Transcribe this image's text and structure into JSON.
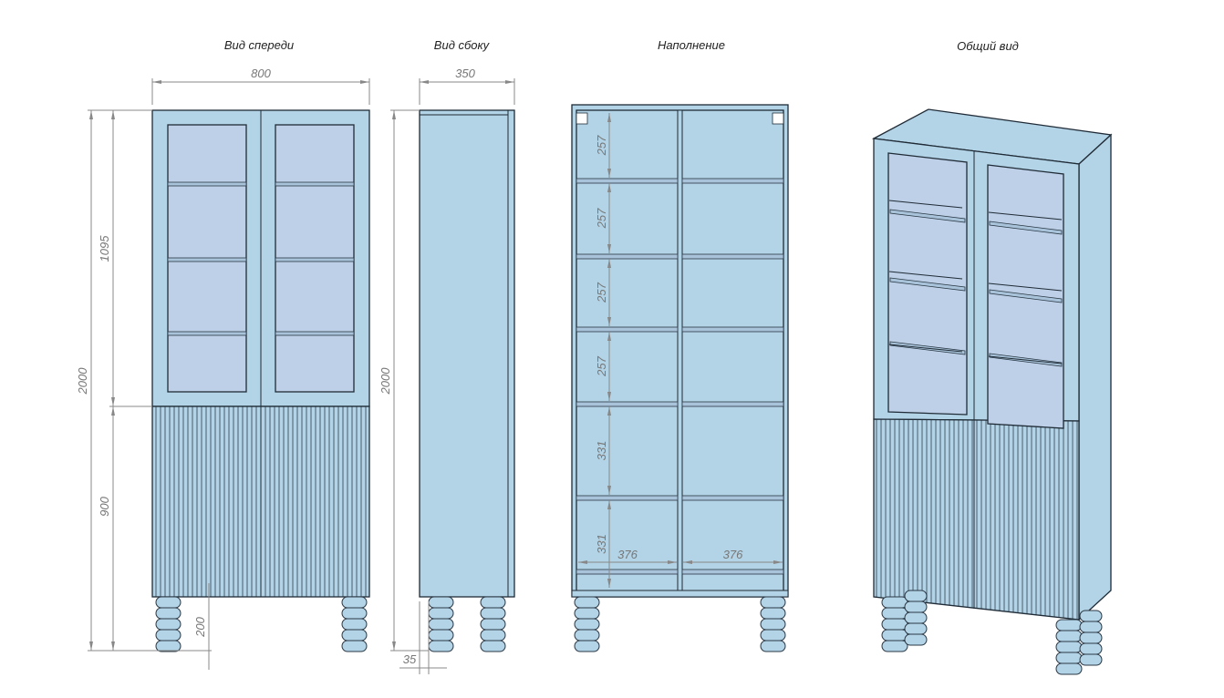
{
  "views": {
    "front": {
      "title": "Вид спереди",
      "width": "800",
      "height_total": "2000",
      "height_upper": "1095",
      "height_lower": "900",
      "leg_height": "200"
    },
    "side": {
      "title": "Вид сбоку",
      "depth": "350",
      "height_total": "2000",
      "leg_offset": "35"
    },
    "filling": {
      "title": "Наполнение",
      "shelf_gaps": [
        "257",
        "257",
        "257",
        "257",
        "331",
        "331"
      ],
      "section_widths": [
        "376",
        "376"
      ]
    },
    "general": {
      "title": "Общий вид"
    }
  },
  "colors": {
    "body": "#b3d3e6",
    "glass": "#bdd0e7",
    "outline": "#1f2b36",
    "dimension": "#888888"
  }
}
